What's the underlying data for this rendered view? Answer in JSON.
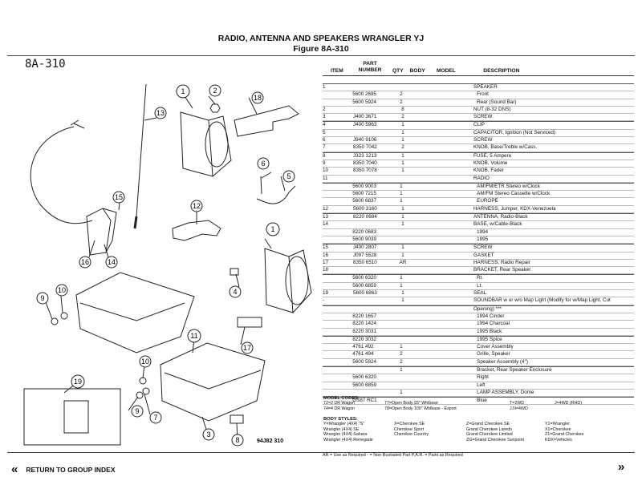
{
  "page": {
    "title": "RADIO, ANTENNA AND SPEAKERS WRANGLER YJ",
    "figure": "Figure  8A-310",
    "figure_id": "8A-310",
    "diagram_code": "94J82 310"
  },
  "diagram": {
    "callouts": [
      "1",
      "2",
      "13",
      "18",
      "6",
      "5",
      "15",
      "12",
      "16",
      "14",
      "1",
      "4",
      "10",
      "9",
      "11",
      "17",
      "10",
      "19",
      "9",
      "7",
      "3",
      "8"
    ]
  },
  "table": {
    "headers": {
      "item": "ITEM",
      "part": "PART\nNUMBER",
      "qty": "QTY",
      "body": "BODY",
      "model": "MODEL",
      "desc": "DESCRIPTION"
    },
    "rows": [
      {
        "item": "1",
        "part": "",
        "qty": "",
        "desc": "SPEAKER",
        "indent": 0,
        "grp": true
      },
      {
        "item": "",
        "part": "5600 2695",
        "qty": "2",
        "desc": "Front",
        "indent": 1
      },
      {
        "item": "",
        "part": "5600 5924",
        "qty": "2",
        "desc": "Rear (Sound Bar)",
        "indent": 1
      },
      {
        "item": "2",
        "part": "",
        "qty": "8",
        "desc": "NUT (8-32 DNS)",
        "indent": 0
      },
      {
        "item": "3",
        "part": "J400 3671",
        "qty": "2",
        "desc": "SCREW",
        "indent": 0
      },
      {
        "item": "4",
        "part": "J400 5963",
        "qty": "1",
        "desc": "CLIP",
        "indent": 0,
        "grp": true
      },
      {
        "item": "5",
        "part": "",
        "qty": "1",
        "desc": "CAPACITOR, Ignition (Not Serviced)",
        "indent": 0
      },
      {
        "item": "6",
        "part": "J940 9106",
        "qty": "1",
        "desc": "SCREW",
        "indent": 0
      },
      {
        "item": "7",
        "part": "8350 7042",
        "qty": "2",
        "desc": "KNOB, Base/Treble w/Cass.",
        "indent": 0
      },
      {
        "item": "8",
        "part": "J323 1213",
        "qty": "1",
        "desc": "FUSE, 5 Ampere",
        "indent": 0,
        "grp": true
      },
      {
        "item": "9",
        "part": "8350 7040",
        "qty": "1",
        "desc": "KNOB, Volume",
        "indent": 0
      },
      {
        "item": "10",
        "part": "8350 7078",
        "qty": "1",
        "desc": "KNOB, Fader",
        "indent": 0
      },
      {
        "item": "11",
        "part": "",
        "qty": "",
        "desc": "RADIO",
        "indent": 0
      },
      {
        "item": "",
        "part": "5600 9003",
        "qty": "1",
        "desc": "AM/FM/ETR Stereo w/Clock",
        "indent": 1,
        "grp": true
      },
      {
        "item": "",
        "part": "5600 7215",
        "qty": "1",
        "desc": "AM/FM Stereo Cassette w/Clock",
        "indent": 1
      },
      {
        "item": "",
        "part": "5600 6837",
        "qty": "1",
        "desc": "EUROPE",
        "indent": 1
      },
      {
        "item": "12",
        "part": "5600 3160",
        "qty": "1",
        "desc": "HARNESS, Jumper, KDX-Venezuela",
        "indent": 0
      },
      {
        "item": "13",
        "part": "8220 0684",
        "qty": "1",
        "desc": "ANTENNA, Radio-Black",
        "indent": 0,
        "grp": true
      },
      {
        "item": "14",
        "part": "",
        "qty": "1",
        "desc": "BASE, w/Cable-Black",
        "indent": 0
      },
      {
        "item": "",
        "part": "8220 0683",
        "qty": "",
        "desc": "1994",
        "indent": 1
      },
      {
        "item": "",
        "part": "5600 9039",
        "qty": "",
        "desc": "1995",
        "indent": 1
      },
      {
        "item": "15",
        "part": "J400 2807",
        "qty": "1",
        "desc": "SCREW",
        "indent": 0,
        "grp": true
      },
      {
        "item": "16",
        "part": "J097 5528",
        "qty": "1",
        "desc": "GASKET",
        "indent": 0
      },
      {
        "item": "17",
        "part": "8350 6510",
        "qty": "AR",
        "desc": "HARNESS, Radio Repair",
        "indent": 0
      },
      {
        "item": "18",
        "part": "",
        "qty": "",
        "desc": "BRACKET, Rear Speaker",
        "indent": 0
      },
      {
        "item": "",
        "part": "5600 6320",
        "qty": "1",
        "desc": "Rt.",
        "indent": 1,
        "grp": true
      },
      {
        "item": "",
        "part": "5600 6859",
        "qty": "1",
        "desc": "Lt.",
        "indent": 1
      },
      {
        "item": "19",
        "part": "5600 6863",
        "qty": "1",
        "desc": "SEAL",
        "indent": 0
      },
      {
        "item": "-",
        "part": "",
        "qty": "1",
        "desc": "SOUNDBAR w or w/o Map Light (Modify for w/Map Light, Cut",
        "indent": 0
      },
      {
        "item": "",
        "part": "",
        "qty": "",
        "desc": "Opening) ***",
        "indent": 0,
        "grp": true
      },
      {
        "item": "",
        "part": "8220 1657",
        "qty": "",
        "desc": "1994 Cinder",
        "indent": 1
      },
      {
        "item": "",
        "part": "8220 1424",
        "qty": "",
        "desc": "1994 Charcoal",
        "indent": 1
      },
      {
        "item": "",
        "part": "8220 3031",
        "qty": "",
        "desc": "1995 Black",
        "indent": 1
      },
      {
        "item": "",
        "part": "8220 3032",
        "qty": "",
        "desc": "1995 Spice",
        "indent": 1,
        "grp": true
      },
      {
        "item": "",
        "part": "4761 492",
        "qty": "1",
        "desc": "Cover Assembly",
        "indent": 1
      },
      {
        "item": "",
        "part": "4761 494",
        "qty": "2",
        "desc": "Grille, Speaker",
        "indent": 1
      },
      {
        "item": "",
        "part": "5600 5924",
        "qty": "2",
        "desc": "Speaker Assembly (4\")",
        "indent": 1
      },
      {
        "item": "",
        "part": "",
        "qty": "1",
        "desc": "Bracket, Rear Speaker Enclosure",
        "indent": 1,
        "grp": true
      },
      {
        "item": "",
        "part": "5600 6320",
        "qty": "",
        "desc": "Right",
        "indent": 1
      },
      {
        "item": "",
        "part": "5600 6859",
        "qty": "",
        "desc": "Left",
        "indent": 1
      },
      {
        "item": "",
        "part": "",
        "qty": "1",
        "desc": "LAMP ASSEMBLY, Dome",
        "indent": 1
      },
      {
        "item": "",
        "part": "GS87 RC1",
        "qty": "",
        "desc": "Blue",
        "indent": 1,
        "grp": true
      }
    ]
  },
  "codes": {
    "model_label": "MODEL CODES:",
    "model": [
      "72=2 DR Wagon",
      "77=Open Body 93\" Whlbase",
      "T=2WD",
      "J=4WD (RHD)",
      "74=4 DR Wagon",
      "78=Open Body 100\" Whlbase - Export",
      "J.N=4WD",
      ""
    ],
    "body_label": "BODY STYLES:",
    "body": [
      "Y=Wrangler (4X4) \"S\"",
      "X=Cherokee SE",
      "Z=Grand Cherokee SE",
      "Y1=Wrangler",
      "Wrangler (4X4) SE",
      "Cherokee Sport",
      "Grand Cherokee Laredo",
      "X1=Cherokee",
      "Wrangler (4X4) Sahara",
      "Cherokee Country",
      "Grand Cherokee Limited",
      "Z1=Grand Cherokee",
      "Wrangler (4X4) Renegade",
      "",
      "ZG=Grand Cherokee Sunpoint",
      "KDX=Vehicles"
    ],
    "legend": "AR = Use as Required   - = Non Illustrated Part   P.A.R. = Paint as Required"
  },
  "nav": {
    "left_arrow": "«",
    "return_label": "RETURN TO GROUP INDEX",
    "right_arrow": "»"
  }
}
